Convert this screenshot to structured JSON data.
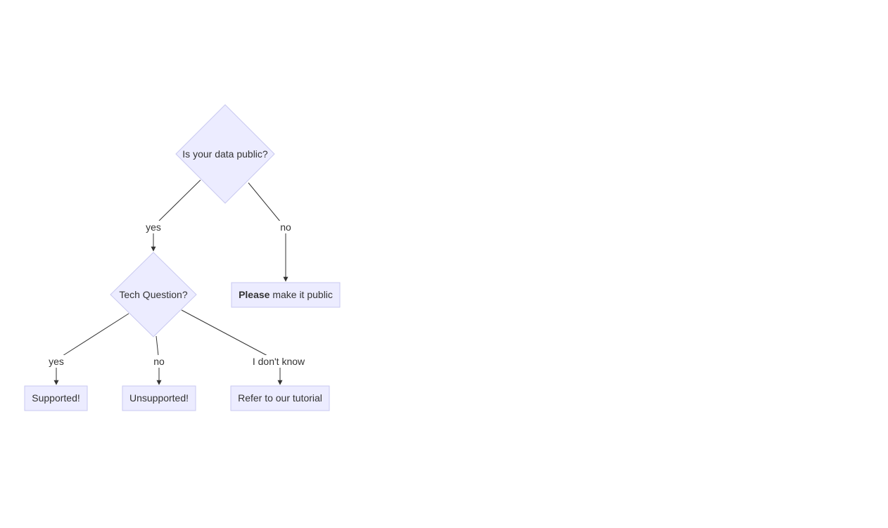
{
  "nodes": {
    "data_public": {
      "label": "Is your data public?"
    },
    "tech_question": {
      "label": "Tech Question?"
    },
    "make_public": {
      "label_bold": "Please",
      "label_rest": " make it public"
    },
    "supported": {
      "label": "Supported!"
    },
    "unsupported": {
      "label": "Unsupported!"
    },
    "tutorial": {
      "label": "Refer to our tutorial"
    }
  },
  "edges": {
    "public_yes": {
      "label": "yes"
    },
    "public_no": {
      "label": "no"
    },
    "tech_yes": {
      "label": "yes"
    },
    "tech_no": {
      "label": "no"
    },
    "tech_unknown": {
      "label": "I don't know"
    }
  },
  "colors": {
    "node_fill": "#ECECFF",
    "node_stroke": "#C9C9F0",
    "edge": "#333333",
    "text": "#333333"
  }
}
